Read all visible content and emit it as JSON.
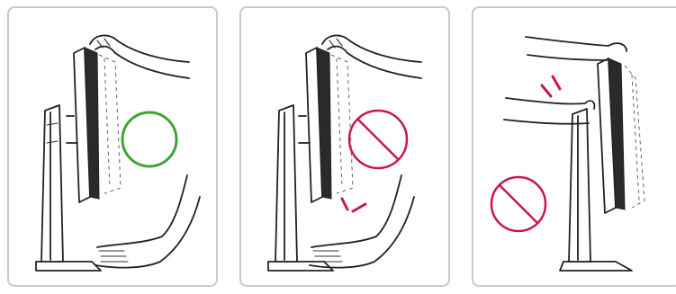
{
  "panels": [
    {
      "id": "panel-1",
      "symbol": "correct",
      "symbol_color": "#3fa535"
    },
    {
      "id": "panel-2",
      "symbol": "prohibited",
      "symbol_color": "#c8184a"
    },
    {
      "id": "panel-3",
      "symbol": "prohibited",
      "symbol_color": "#c8184a"
    }
  ],
  "colors": {
    "correct": "#3fa535",
    "prohibited": "#c8184a",
    "border": "#c9c9c9",
    "line": "#222222"
  },
  "icons": [
    "monitor-stand-icon",
    "hand-icon",
    "correct-circle-icon",
    "prohibited-sign-icon",
    "impact-marks-icon"
  ]
}
